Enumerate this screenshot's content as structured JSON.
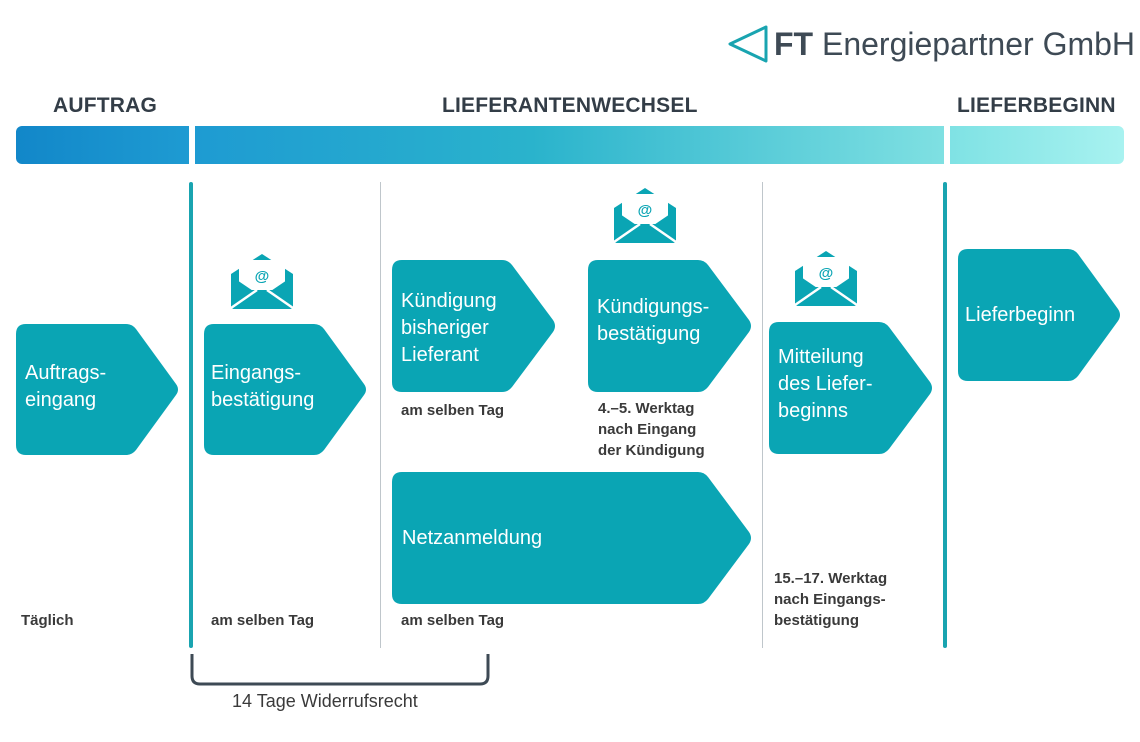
{
  "logo": {
    "bold": "FT",
    "rest": " Energiepartner GmbH"
  },
  "phases": {
    "auftrag": "AUFTRAG",
    "lieferantenwechsel": "LIEFERANTENWECHSEL",
    "lieferbeginn": "LIEFERBEGINN"
  },
  "steps": {
    "auftragseingang": "Auftrags-\neingang",
    "eingangsbestaetigung": "Eingangs-\nbestätigung",
    "kuendigung": "Kündigung\nbisheriger\nLieferant",
    "kuendigungsbestaetigung": "Kündigungs-\nbestätigung",
    "netzanmeldung": "Netzanmeldung",
    "mitteilung": "Mitteilung\ndes Liefer-\nbeginns",
    "lieferbeginn": "Lieferbeginn"
  },
  "captions": {
    "taeglich": "Täglich",
    "eingang_same_day": "am selben Tag",
    "kuendigung_same_day": "am selben Tag",
    "kuendigungsbestaetigung_timing": "4.–5. Werktag\nnach Eingang\nder Kündigung",
    "netzanmeldung_same_day": "am selben Tag",
    "mitteilung_timing": "15.–17. Werktag\nnach Eingangs-\nbestätigung"
  },
  "bracket_label": "14 Tage Widerrufsrecht",
  "icons": {
    "envelope": "email-envelope-icon",
    "logo": "ft-triangle-logo-icon"
  },
  "colors": {
    "shape_fill": "#0aa5b4",
    "divider": "#19a4b0",
    "bar_start": "#1287c9",
    "bar_end": "#a8f2f0"
  }
}
